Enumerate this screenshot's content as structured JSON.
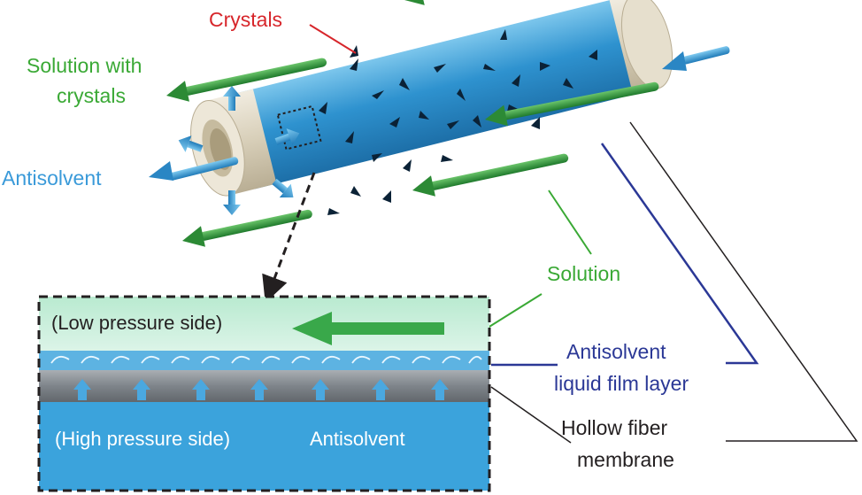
{
  "labels": {
    "crystals": "Crystals",
    "solution_with_crystals_1": "Solution with",
    "solution_with_crystals_2": "crystals",
    "antisolvent_left": "Antisolvent",
    "solution": "Solution",
    "antisolvent_film_1": "Antisolvent",
    "antisolvent_film_2": "liquid film layer",
    "hollow_fiber_1": "Hollow fiber",
    "hollow_fiber_2": "membrane"
  },
  "detail_box": {
    "low_pressure_side": "(Low pressure side)",
    "high_pressure_side": "(High pressure side)",
    "antisolvent": "Antisolvent"
  },
  "colors": {
    "crystals_text": "#d7262b",
    "green_text": "#3aa935",
    "blue_text": "#3a9ad9",
    "navy_text": "#2b3896",
    "black_text": "#231f20",
    "tube_blue": "#3aa0d8",
    "tube_beige": "#d8d0bd",
    "arrow_green": "#2f9a3a",
    "arrow_blue": "#3a9ad9",
    "membrane_gray": "#8c9196",
    "high_pressure_blue": "#3ba3dc",
    "low_pressure_green": "#c9eed8"
  }
}
